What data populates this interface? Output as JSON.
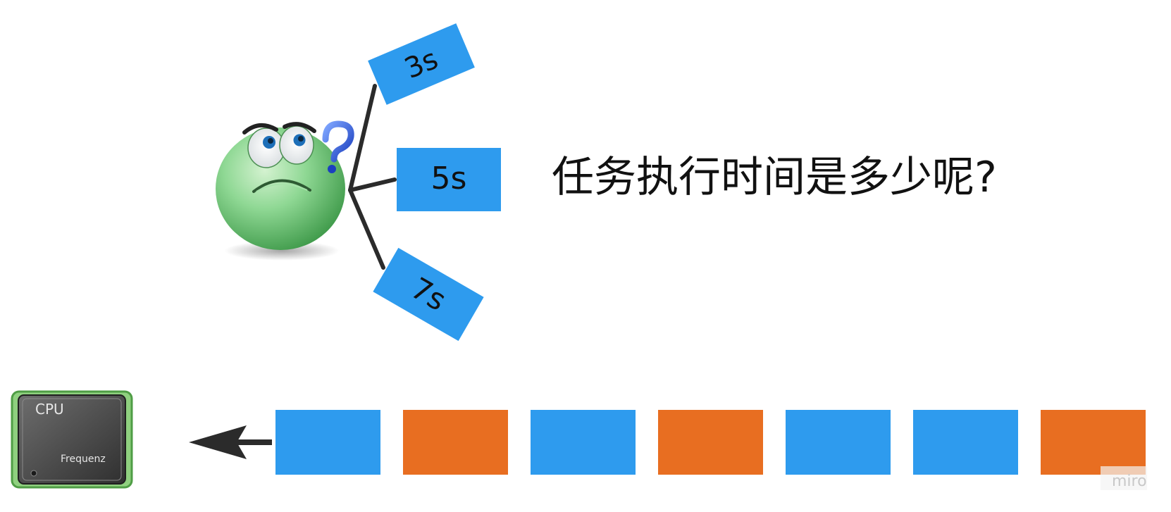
{
  "diagram": {
    "question": "任务执行时间是多少呢?",
    "durations": [
      "3s",
      "5s",
      "7s"
    ],
    "queue": {
      "tasks": [
        {
          "color": "#2e9bee"
        },
        {
          "color": "#e86e21"
        },
        {
          "color": "#2e9bee"
        },
        {
          "color": "#e86e21"
        },
        {
          "color": "#2e9bee"
        },
        {
          "color": "#2e9bee"
        },
        {
          "color": "#e86e21"
        }
      ]
    },
    "cpu": {
      "label": "CPU",
      "sublabel": "Frequenz"
    },
    "watermark": "miro"
  },
  "colors": {
    "task_blue": "#2e9bee",
    "task_orange": "#e86e21",
    "connector": "#2b2b2b",
    "text": "#111111",
    "emoji_green": "#7fcf86",
    "cpu_body": "#4a4a4a",
    "cpu_border": "#66b85a"
  },
  "icons": [
    "confused-face-icon",
    "question-mark-icon",
    "cpu-chip-icon",
    "arrow-left-icon"
  ]
}
